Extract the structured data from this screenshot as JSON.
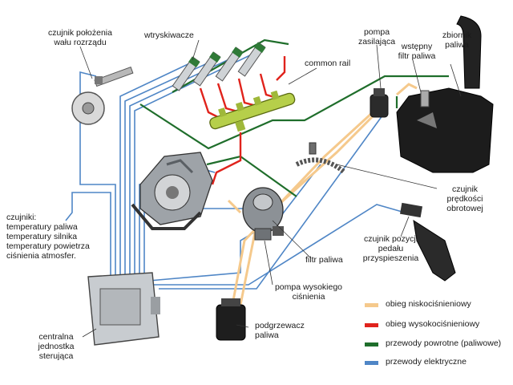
{
  "labels": {
    "camshaft_sensor": "czujnik położenia\nwału rozrządu",
    "injectors": "wtryskiwacze",
    "common_rail": "common rail",
    "supply_pump": "pompa\nzasilająca",
    "prefilter": "wstępny\nfiltr paliwa",
    "tank": "zbiornik\npaliwa",
    "sensors": "czujniki:\ntemperatury paliwa\ntemperatury silnika\ntemperatury powietrza\nciśnienia atmosfer.",
    "speed_sensor": "czujnik\nprędkości\nobrotowej",
    "pedal_sensor": "czujnik pozycji\npedału\nprzyspieszenia",
    "fuel_filter": "filtr paliwa",
    "hp_pump": "pompa wysokiego\nciśnienia",
    "heater": "podgrzewacz\npaliwa",
    "ecu": "centralna\njednostka\nsterująca"
  },
  "legend": [
    {
      "label": "obieg niskociśnieniowy",
      "color": "#f5c98c"
    },
    {
      "label": "obieg wysokociśnieniowy",
      "color": "#e0231c"
    },
    {
      "label": "przewody powrotne (paliwowe)",
      "color": "#1f6e2b"
    },
    {
      "label": "przewody elektryczne",
      "color": "#4f86c6"
    }
  ],
  "colors": {
    "low_pressure": "#f5c98c",
    "high_pressure": "#e0231c",
    "return": "#1f6e2b",
    "electric": "#4f86c6"
  }
}
